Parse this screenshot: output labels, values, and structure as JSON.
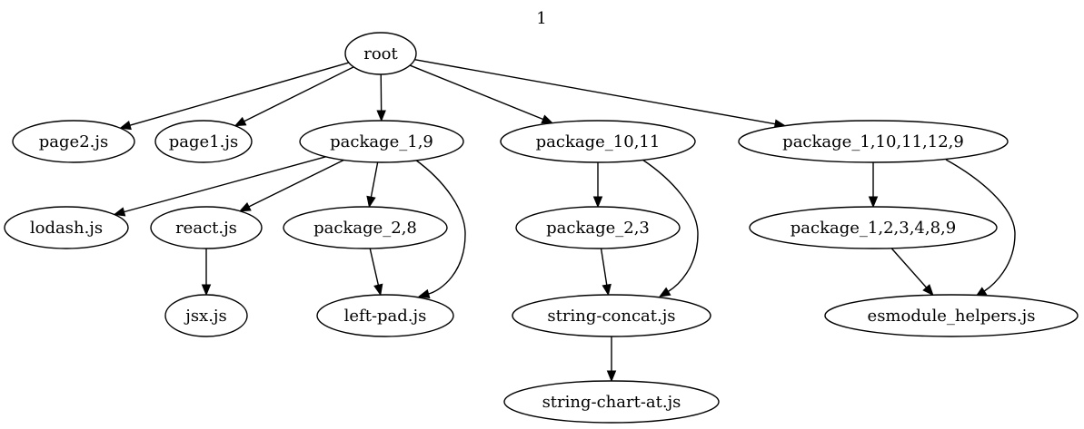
{
  "graph": {
    "title": "1",
    "nodes": [
      {
        "id": "root",
        "label": "root"
      },
      {
        "id": "page2",
        "label": "page2.js"
      },
      {
        "id": "page1",
        "label": "page1.js"
      },
      {
        "id": "pkg_1_9",
        "label": "package_1,9"
      },
      {
        "id": "pkg_10_11",
        "label": "package_10,11"
      },
      {
        "id": "pkg_1_10_11_12_9",
        "label": "package_1,10,11,12,9"
      },
      {
        "id": "lodash",
        "label": "lodash.js"
      },
      {
        "id": "react",
        "label": "react.js"
      },
      {
        "id": "pkg_2_8",
        "label": "package_2,8"
      },
      {
        "id": "pkg_2_3",
        "label": "package_2,3"
      },
      {
        "id": "pkg_1_2_3_4_8_9",
        "label": "package_1,2,3,4,8,9"
      },
      {
        "id": "jsx",
        "label": "jsx.js"
      },
      {
        "id": "leftpad",
        "label": "left-pad.js"
      },
      {
        "id": "strconcat",
        "label": "string-concat.js"
      },
      {
        "id": "esmodule",
        "label": "esmodule_helpers.js"
      },
      {
        "id": "strchart",
        "label": "string-chart-at.js"
      }
    ],
    "edges": [
      {
        "from": "root",
        "to": "page2"
      },
      {
        "from": "root",
        "to": "page1"
      },
      {
        "from": "root",
        "to": "pkg_1_9"
      },
      {
        "from": "root",
        "to": "pkg_10_11"
      },
      {
        "from": "root",
        "to": "pkg_1_10_11_12_9"
      },
      {
        "from": "pkg_1_9",
        "to": "lodash"
      },
      {
        "from": "pkg_1_9",
        "to": "react"
      },
      {
        "from": "pkg_1_9",
        "to": "pkg_2_8"
      },
      {
        "from": "pkg_1_9",
        "to": "leftpad"
      },
      {
        "from": "react",
        "to": "jsx"
      },
      {
        "from": "pkg_2_8",
        "to": "leftpad"
      },
      {
        "from": "pkg_10_11",
        "to": "pkg_2_3"
      },
      {
        "from": "pkg_10_11",
        "to": "strconcat"
      },
      {
        "from": "pkg_2_3",
        "to": "strconcat"
      },
      {
        "from": "strconcat",
        "to": "strchart"
      },
      {
        "from": "pkg_1_10_11_12_9",
        "to": "pkg_1_2_3_4_8_9"
      },
      {
        "from": "pkg_1_10_11_12_9",
        "to": "esmodule"
      },
      {
        "from": "pkg_1_2_3_4_8_9",
        "to": "esmodule"
      }
    ]
  }
}
